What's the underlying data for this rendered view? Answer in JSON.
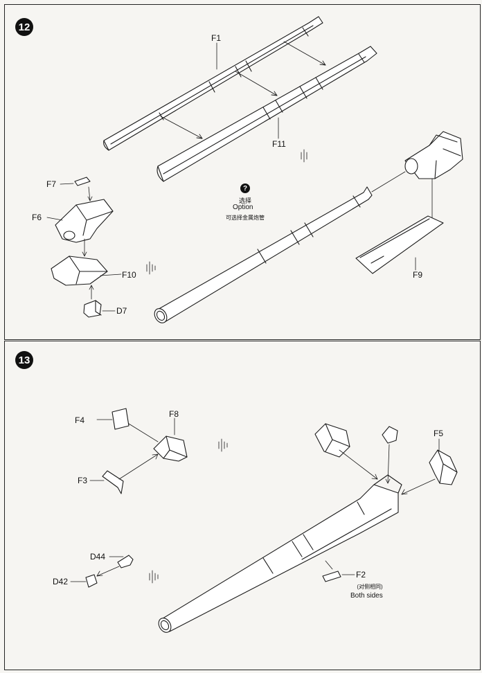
{
  "steps": {
    "step12": {
      "number": "12",
      "labels": {
        "f1": "F1",
        "f11": "F11",
        "f7": "F7",
        "f6": "F6",
        "f10": "F10",
        "d7": "D7",
        "f9": "F9"
      },
      "option": {
        "cn": "选择",
        "en": "Option",
        "cn_detail": "可选择金属炮管"
      }
    },
    "step13": {
      "number": "13",
      "labels": {
        "f4": "F4",
        "f8": "F8",
        "f3": "F3",
        "f5": "F5",
        "d44": "D44",
        "d42": "D42",
        "f2": "F2"
      },
      "both_sides": {
        "cn": "(对侧相同)",
        "en": "Both sides"
      }
    }
  },
  "icons": {
    "question": "question-mark-icon",
    "sound": "sound-wave-icon"
  }
}
